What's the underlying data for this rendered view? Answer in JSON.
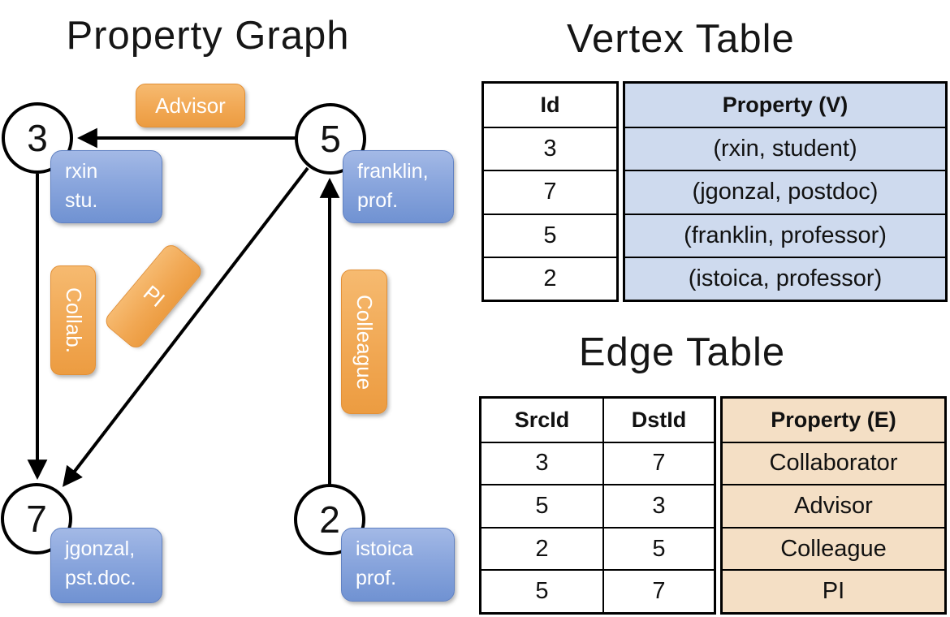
{
  "titles": {
    "graph": "Property Graph",
    "vertex_table": "Vertex Table",
    "edge_table": "Edge Table"
  },
  "graph": {
    "nodes": [
      {
        "id": "3",
        "prop_line1": "rxin",
        "prop_line2": "stu."
      },
      {
        "id": "5",
        "prop_line1": "franklin,",
        "prop_line2": "prof."
      },
      {
        "id": "7",
        "prop_line1": "jgonzal,",
        "prop_line2": "pst.doc."
      },
      {
        "id": "2",
        "prop_line1": "istoica",
        "prop_line2": "prof."
      }
    ],
    "edge_labels": {
      "advisor": "Advisor",
      "collab": "Collab.",
      "pi": "PI",
      "colleague": "Colleague"
    }
  },
  "vertex_table": {
    "headers": {
      "id": "Id",
      "property": "Property (V)"
    },
    "rows": [
      {
        "id": "3",
        "property": "(rxin, student)"
      },
      {
        "id": "7",
        "property": "(jgonzal, postdoc)"
      },
      {
        "id": "5",
        "property": "(franklin, professor)"
      },
      {
        "id": "2",
        "property": "(istoica, professor)"
      }
    ]
  },
  "edge_table": {
    "headers": {
      "src": "SrcId",
      "dst": "DstId",
      "property": "Property (E)"
    },
    "rows": [
      {
        "src": "3",
        "dst": "7",
        "property": "Collaborator"
      },
      {
        "src": "5",
        "dst": "3",
        "property": "Advisor"
      },
      {
        "src": "2",
        "dst": "5",
        "property": "Colleague"
      },
      {
        "src": "5",
        "dst": "7",
        "property": "PI"
      }
    ]
  },
  "colors": {
    "node_property_blue": "#7d9dd6",
    "edge_label_orange": "#f0a551",
    "vertex_cell_blue": "#cedaee",
    "edge_cell_tan": "#f4dfc5",
    "line_black": "#000000"
  }
}
